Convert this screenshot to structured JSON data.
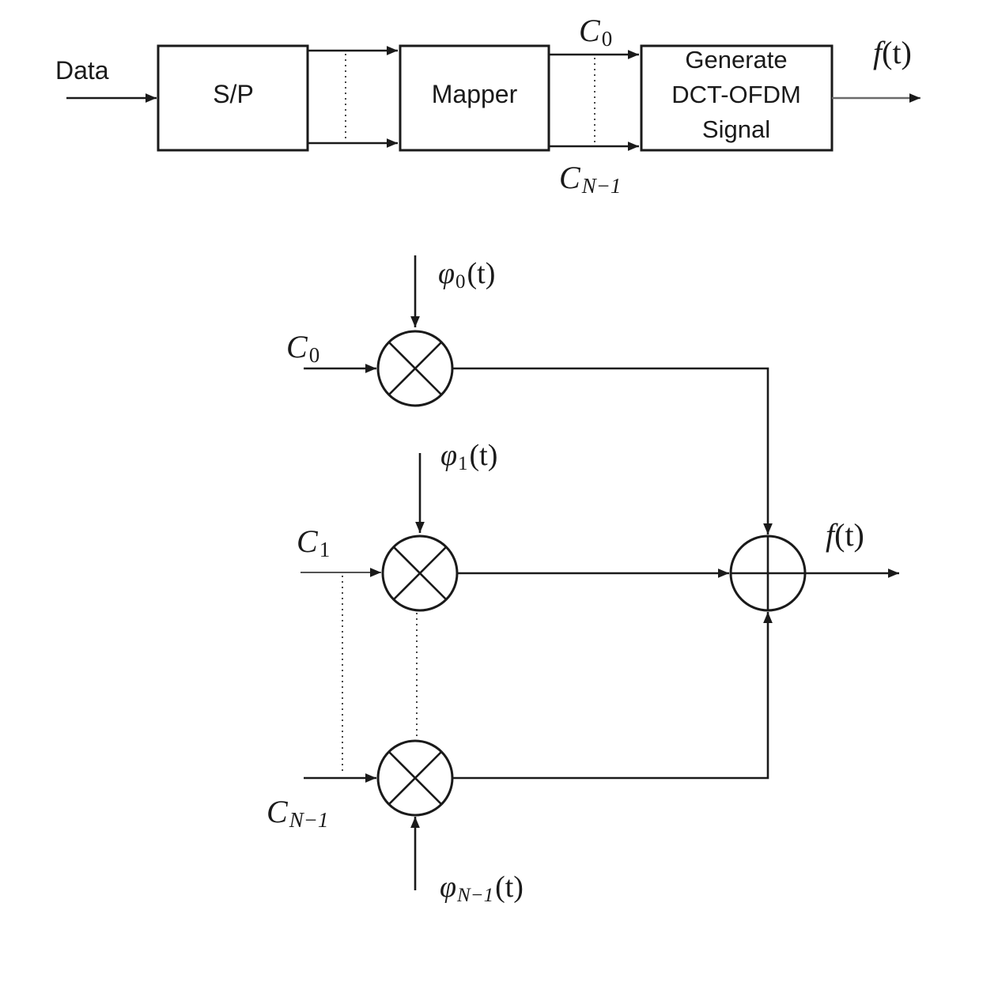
{
  "block_diagram": {
    "input_label": "Data",
    "sp_label": "S/P",
    "mapper_label": "Mapper",
    "generator_lines": [
      "Generate",
      "DCT-OFDM",
      "Signal"
    ],
    "c0": {
      "base": "C",
      "sub": "0"
    },
    "cn1": {
      "base": "C",
      "sub": "N−1"
    },
    "output": {
      "f": "f",
      "arg": "(t)"
    }
  },
  "modulator": {
    "phi0": {
      "base": "φ",
      "sub": "0",
      "arg": "(t)"
    },
    "phi1": {
      "base": "φ",
      "sub": "1",
      "arg": "(t)"
    },
    "phin1": {
      "base": "φ",
      "sub": "N−1",
      "arg": "(t)"
    },
    "c0": {
      "base": "C",
      "sub": "0"
    },
    "c1": {
      "base": "C",
      "sub": "1"
    },
    "cn1": {
      "base": "C",
      "sub": "N−1"
    },
    "output": {
      "f": "f",
      "arg": "(t)"
    }
  }
}
